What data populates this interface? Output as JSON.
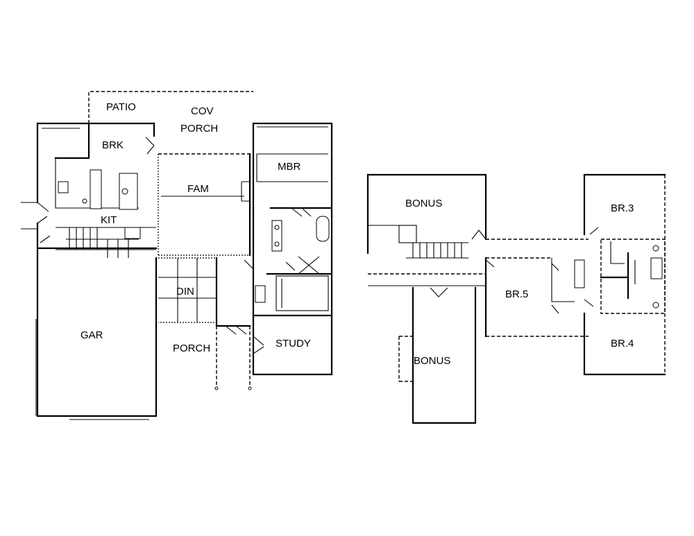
{
  "first_floor": {
    "patio": "PATIO",
    "cov_porch_line1": "COV",
    "cov_porch_line2": "PORCH",
    "brk": "BRK",
    "mbr": "MBR",
    "fam": "FAM",
    "kit": "KIT",
    "din": "DIN",
    "gar": "GAR",
    "porch": "PORCH",
    "study": "STUDY"
  },
  "second_floor": {
    "bonus_upper": "BONUS",
    "bonus_lower": "BONUS",
    "br3": "BR.3",
    "br4": "BR.4",
    "br5": "BR.5"
  },
  "colors": {
    "line": "#000000",
    "background": "#ffffff"
  }
}
